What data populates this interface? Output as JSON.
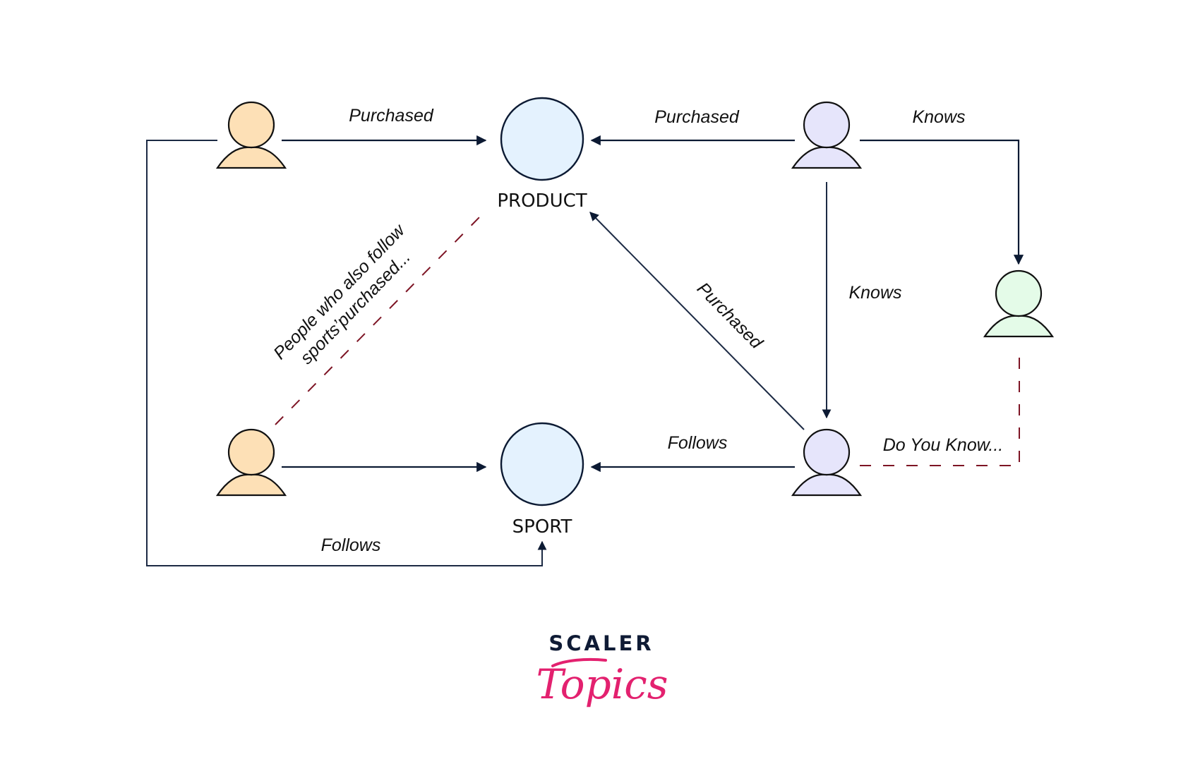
{
  "diagram": {
    "title": "Graph database relationship example",
    "colors": {
      "edge": "#0c1a33",
      "dashed_edge": "#7d1424",
      "entity_fill": "#e4f2fe",
      "person_orange": "#fde0b6",
      "person_purple": "#e6e5fb",
      "person_green": "#e4fbe8"
    },
    "nodes": {
      "product": {
        "label": "PRODUCT"
      },
      "sport": {
        "label": "SPORT"
      },
      "person_top_left": {
        "kind": "person",
        "color": "orange"
      },
      "person_bottom_left": {
        "kind": "person",
        "color": "orange"
      },
      "person_top_right": {
        "kind": "person",
        "color": "purple"
      },
      "person_bottom_right": {
        "kind": "person",
        "color": "purple"
      },
      "person_far_right": {
        "kind": "person",
        "color": "green"
      }
    },
    "edges": {
      "top_left_purchased": {
        "label": "Purchased",
        "from": "person_top_left",
        "to": "product",
        "style": "solid"
      },
      "top_right_purchased": {
        "label": "Purchased",
        "from": "person_top_right",
        "to": "product",
        "style": "solid"
      },
      "top_right_knows_far": {
        "label": "Knows",
        "from": "person_top_right",
        "to": "person_far_right",
        "style": "solid"
      },
      "top_right_knows_bottom": {
        "label": "Knows",
        "from": "person_top_right",
        "to": "person_bottom_right",
        "style": "solid"
      },
      "bottom_right_purchased": {
        "label": "Purchased",
        "from": "person_bottom_right",
        "to": "product",
        "style": "solid"
      },
      "bottom_right_follows": {
        "label": "Follows",
        "from": "person_bottom_right",
        "to": "sport",
        "style": "solid"
      },
      "bottom_left_follows": {
        "label": "",
        "from": "person_bottom_left",
        "to": "sport",
        "style": "solid"
      },
      "top_left_follows": {
        "label": "Follows",
        "from": "person_top_left",
        "to": "sport",
        "style": "solid"
      },
      "recommendation": {
        "label_line1": "People who also follow",
        "label_line2": "sports’purchased...",
        "from": "person_bottom_left",
        "to": "product",
        "style": "dashed"
      },
      "do_you_know": {
        "label": "Do You Know...",
        "from": "person_bottom_right",
        "to": "person_far_right",
        "style": "dashed"
      }
    }
  },
  "logo": {
    "brand": "SCALER",
    "sub": "Topics",
    "brand_color": "#0f1b35",
    "sub_color": "#e3216f"
  }
}
